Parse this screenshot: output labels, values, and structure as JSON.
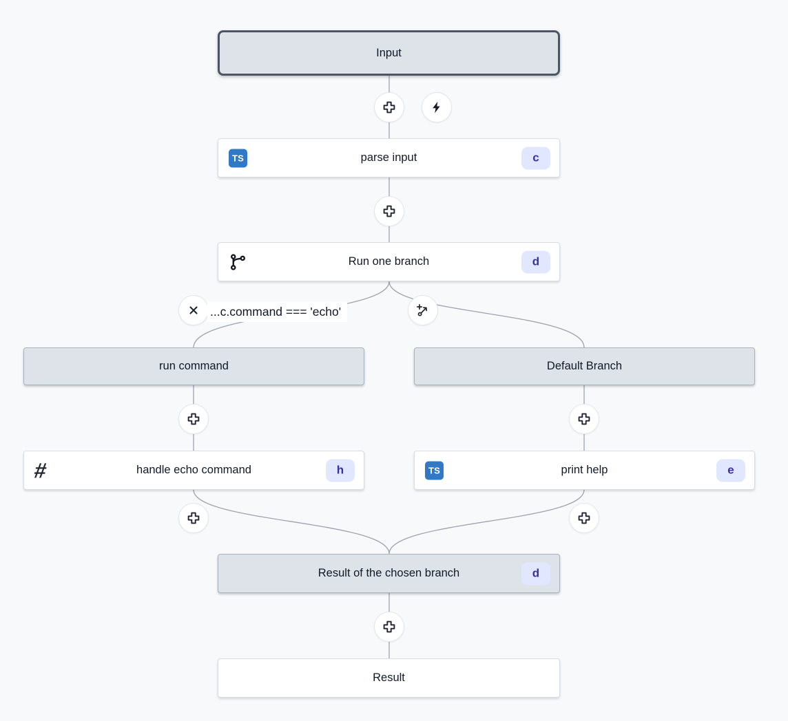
{
  "colors": {
    "background": "#f7f9fb",
    "edge": "#9ca3af",
    "selected_border": "#4b5563",
    "header_fill": "#dde3e9",
    "node_fill": "#ffffff",
    "badge_bg": "#e0e7ff",
    "badge_text": "#3730a3",
    "typescript_blue": "#3178c6"
  },
  "nodes": {
    "input": {
      "label": "Input"
    },
    "parse_input": {
      "label": "parse input",
      "badge": "c",
      "icon": "typescript-icon",
      "icon_text": "TS"
    },
    "run_one_branch": {
      "label": "Run one branch",
      "badge": "d",
      "icon": "git-branch-icon"
    },
    "condition": {
      "text": "...c.command === 'echo'"
    },
    "branch_left": {
      "header": "run command"
    },
    "handle_echo_command": {
      "label": "handle echo command",
      "badge": "h",
      "icon": "hash-icon",
      "icon_text": "#"
    },
    "branch_right": {
      "header": "Default Branch"
    },
    "print_help": {
      "label": "print help",
      "badge": "e",
      "icon": "typescript-icon",
      "icon_text": "TS"
    },
    "merge_result": {
      "label": "Result of the chosen branch",
      "badge": "d"
    },
    "result": {
      "label": "Result"
    }
  }
}
